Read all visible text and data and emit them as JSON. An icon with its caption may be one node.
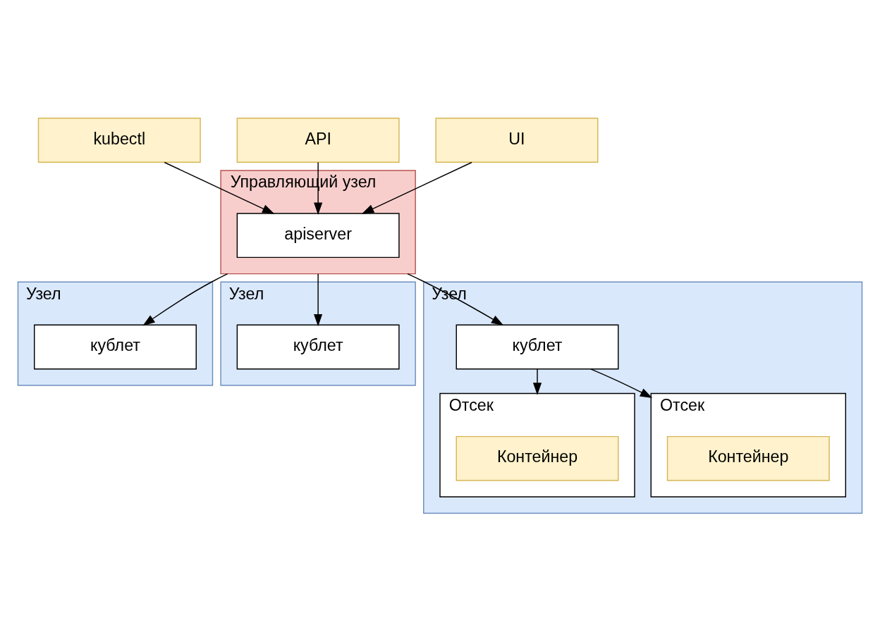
{
  "diagram": {
    "nodes": [
      {
        "text": [
          "kubectl"
        ]
      },
      {
        "text": [
          "API"
        ]
      },
      {
        "text": [
          "UI"
        ]
      },
      {
        "text": [
          "Управляющий узел"
        ]
      },
      {
        "text": [
          "apiserver"
        ],
        "in": 3
      },
      {
        "text": [
          "Узел"
        ]
      },
      {
        "text": [
          "кублет"
        ],
        "in": 5
      },
      {
        "text": [
          "Узел"
        ]
      },
      {
        "text": [
          "кублет"
        ],
        "in": 7
      },
      {
        "text": [
          "Узел"
        ]
      },
      {
        "text": [
          "кублет"
        ],
        "in": 9
      },
      {
        "text": [
          "Отсек"
        ],
        "in": 9
      },
      {
        "text": [
          "Контейнер"
        ],
        "in": 11
      },
      {
        "text": [
          "Отсек"
        ],
        "in": 9
      },
      {
        "text": [
          "Контейнер"
        ],
        "in": 13
      }
    ],
    "edges": [
      {
        "from": 0,
        "to": 4,
        "arrow": "to"
      },
      {
        "from": 1,
        "to": 4,
        "arrow": "to"
      },
      {
        "from": 2,
        "to": 4,
        "arrow": "to"
      },
      {
        "from": 3,
        "to": 6,
        "arrow": "to"
      },
      {
        "from": 3,
        "to": 8,
        "arrow": "to"
      },
      {
        "from": 3,
        "to": 10,
        "arrow": "to"
      },
      {
        "from": 10,
        "to": 11,
        "arrow": "to"
      },
      {
        "from": 10,
        "to": 13,
        "arrow": "to"
      }
    ]
  }
}
